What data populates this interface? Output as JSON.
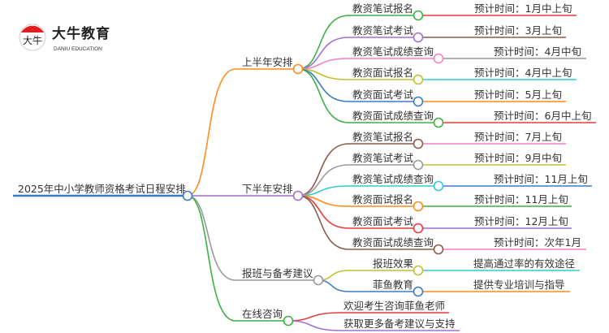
{
  "logo": {
    "cn": "大牛教育",
    "en": "DANIU EDUCATION",
    "mark": "大牛"
  },
  "root": {
    "label": "2025年中小学教师资格考试日程安排",
    "color": "#3a7cc4"
  },
  "branches": [
    {
      "label": "上半年安排",
      "color": "#ff8c1a",
      "children": [
        {
          "label": "教资笔试报名",
          "time": "预计时间：1月中上旬",
          "color": "#3cb043",
          "line": "#e83a3a"
        },
        {
          "label": "教资笔试考试",
          "time": "预计时间：3月上旬",
          "color": "#a070d0",
          "line": "#8b5a4a"
        },
        {
          "label": "教资笔试成绩查询",
          "time": "预计时间：4月中旬",
          "color": "#f080c8",
          "line": "#999999"
        },
        {
          "label": "教资面试报名",
          "time": "预计时间：4月中上旬",
          "color": "#c0c030",
          "line": "#30c8d8"
        },
        {
          "label": "教资面试考试",
          "time": "预计时间：5月上旬",
          "color": "#3a7cc4",
          "line": "#ff8c1a"
        },
        {
          "label": "教资面试成绩查询",
          "time": "预计时间：6月中上旬",
          "color": "#3cb043",
          "line": "#e83a3a"
        }
      ]
    },
    {
      "label": "下半年安排",
      "color": "#a070d0",
      "children": [
        {
          "label": "教资笔试报名",
          "time": "预计时间：7月上旬",
          "color": "#8b5a4a",
          "line": "#f080c8"
        },
        {
          "label": "教资笔试考试",
          "time": "预计时间：9月中旬",
          "color": "#999999",
          "line": "#c0c030"
        },
        {
          "label": "教资笔试成绩查询",
          "time": "预计时间：11月上旬",
          "color": "#30c8d8",
          "line": "#3a7cc4"
        },
        {
          "label": "教资面试报名",
          "time": "预计时间：11月上旬",
          "color": "#ff8c1a",
          "line": "#3cb043"
        },
        {
          "label": "教资面试考试",
          "time": "预计时间：12月上旬",
          "color": "#e83a3a",
          "line": "#a070d0"
        },
        {
          "label": "教资面试成绩查询",
          "time": "预计时间：次年1月",
          "color": "#8b5a4a",
          "line": "#f080c8"
        }
      ]
    },
    {
      "label": "报班与备考建议",
      "color": "#999999",
      "children": [
        {
          "label": "报班效果",
          "time": "提高通过率的有效途径",
          "color": "#c0c030",
          "line": "#30c8d8"
        },
        {
          "label": "菲鱼教育",
          "time": "提供专业培训与指导",
          "color": "#3a7cc4",
          "line": "#ff8c1a"
        }
      ]
    },
    {
      "label": "在线咨询",
      "color": "#3cb043",
      "children": [
        {
          "label": "欢迎考生咨询菲鱼老师",
          "color": "#e83a3a"
        },
        {
          "label": "获取更多备考建议与支持",
          "color": "#a070d0"
        }
      ]
    }
  ]
}
